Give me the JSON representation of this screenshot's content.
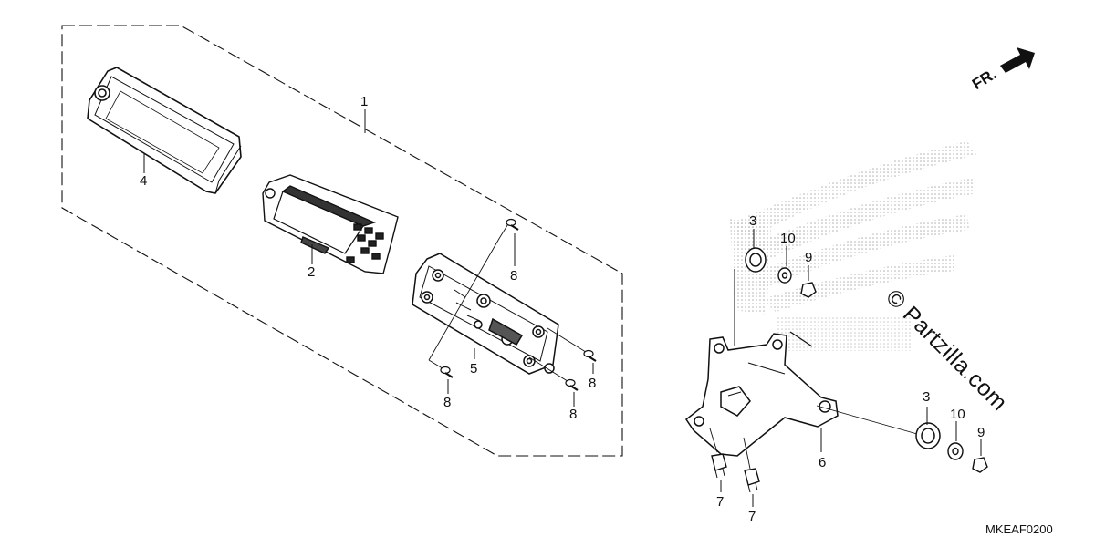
{
  "diagram": {
    "callouts": {
      "c1": "1",
      "c2": "2",
      "c3a": "3",
      "c3b": "3",
      "c4": "4",
      "c5": "5",
      "c6": "6",
      "c7a": "7",
      "c7b": "7",
      "c8a": "8",
      "c8b": "8",
      "c8c": "8",
      "c8d": "8",
      "c9a": "9",
      "c9b": "9",
      "c10a": "10",
      "c10b": "10"
    },
    "direction_label": "FR.",
    "watermark": "© Partzilla.com",
    "diagram_code": "MKEAF0200",
    "colors": {
      "line": "#111111",
      "dots": "#b8b8b8"
    },
    "icons": [
      "front-direction-arrow-icon",
      "honda-wing-logo"
    ]
  }
}
